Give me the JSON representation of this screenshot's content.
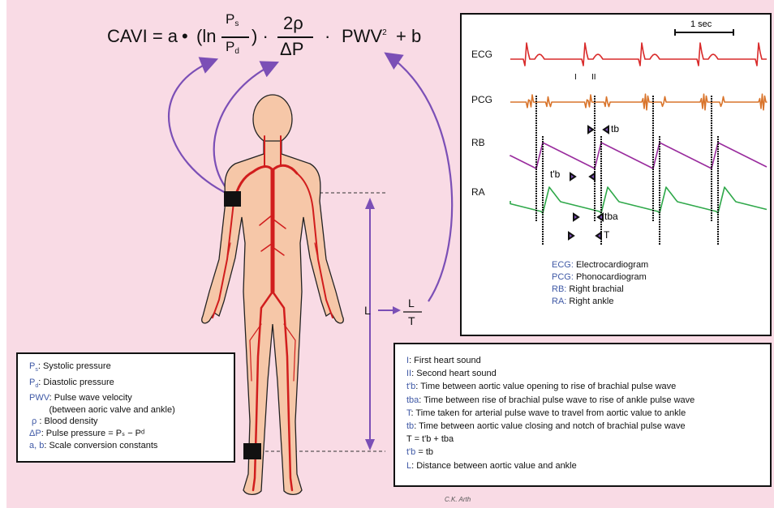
{
  "formula": {
    "lhs": "CAVI = a",
    "bullet": "•",
    "open": "(ln",
    "num1": "P",
    "num1_sub": "s",
    "den1": "P",
    "den1_sub": "d",
    "close_dot": ")  ·",
    "num2": "2ρ",
    "den2": "ΔP",
    "dot2": "·",
    "pwv": "PWV",
    "pwv_sup": "2",
    "plus_b": "+  b"
  },
  "body_diagram": {
    "length_label": "L",
    "fraction_num": "L",
    "fraction_den": "T",
    "artist_signature": "C.K. Arth"
  },
  "waveforms": {
    "scale_label": "1 sec",
    "channels": [
      "ECG",
      "PCG",
      "RB",
      "RA"
    ],
    "colors": {
      "ECG": "#d92b2b",
      "PCG": "#d9742b",
      "RB": "#9a2d9e",
      "RA": "#2fa84a",
      "marker": "#7b4fb6"
    },
    "heart_sounds": [
      "I",
      "II"
    ],
    "markers": {
      "tb": "tb",
      "tprime_b": "t'b",
      "tba": "tba",
      "T": "T"
    },
    "legend": [
      {
        "abbr": "ECG:",
        "text": " Electrocardiogram"
      },
      {
        "abbr": "PCG:",
        "text": " Phonocardiogram"
      },
      {
        "abbr": "RB:",
        "text": " Right brachial"
      },
      {
        "abbr": "RA:",
        "text": " Right ankle"
      }
    ]
  },
  "variables": [
    {
      "abbr": "P",
      "sub": "s",
      "text": ": Systolic pressure"
    },
    {
      "abbr": "P",
      "sub": "d",
      "text": ": Diastolic pressure"
    },
    {
      "abbr": "PWV",
      "sub": "",
      "text": ": Pulse wave velocity"
    },
    {
      "abbr": "",
      "sub": "",
      "text": "        (between aoric valve and ankle)"
    },
    {
      "abbr": " ρ",
      "sub": "",
      "text": " : Blood density"
    },
    {
      "abbr": "ΔP",
      "sub": "",
      "text": ": Pulse pressure = Pₛ − Pᵈ"
    },
    {
      "abbr": "a, b",
      "sub": "",
      "text": ": Scale conversion constants"
    }
  ],
  "definitions": [
    {
      "abbr": "I",
      "text": ": First heart sound"
    },
    {
      "abbr": "II",
      "text": ": Second heart sound"
    },
    {
      "abbr": "t'b",
      "text": ": Time between aortic value opening to rise of brachial pulse wave"
    },
    {
      "abbr": "tba",
      "text": ": Time between rise of brachial pulse wave to rise of  ankle pulse wave"
    },
    {
      "abbr": "T",
      "text": ": Time taken for arterial pulse wave to travel from aortic value to ankle"
    },
    {
      "abbr": "tb",
      "text": ": Time between aortic value closing and notch of brachial pulse wave"
    },
    {
      "abbr": "",
      "text": "T = t'b + tba"
    },
    {
      "abbr": "t'b",
      "text": " = tb"
    },
    {
      "abbr": "L",
      "text": ": Distance between aortic value and ankle"
    }
  ]
}
